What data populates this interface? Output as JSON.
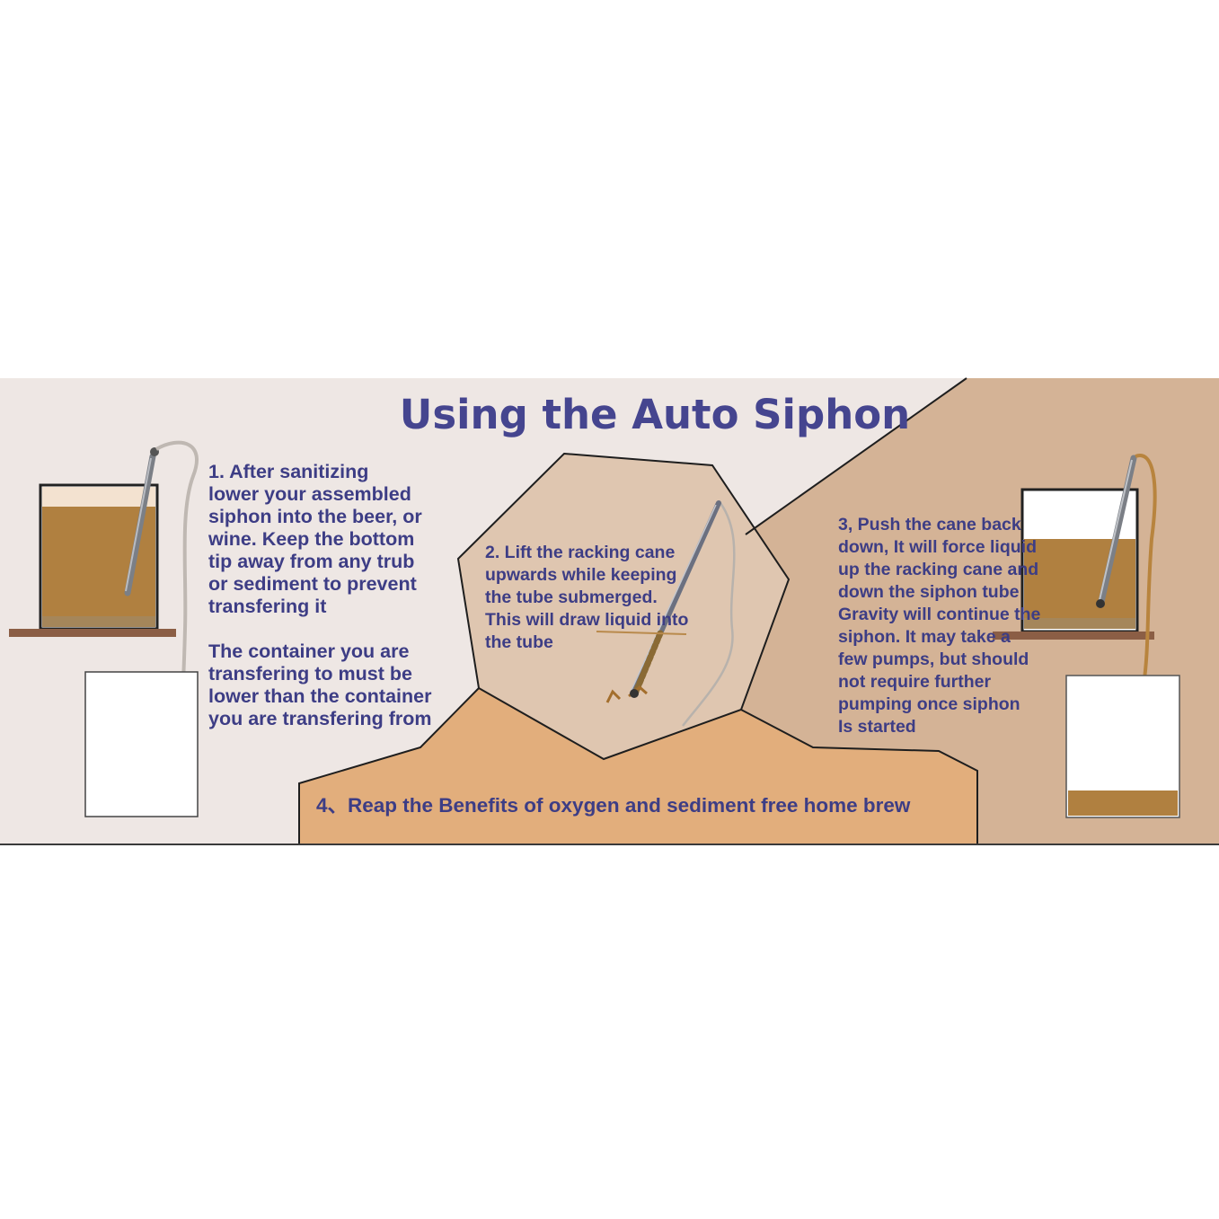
{
  "title": "Using the Auto Siphon",
  "steps": [
    {
      "id": "step-1",
      "lines": [
        "1. After sanitizing",
        "lower your assembled",
        "siphon into the beer, or",
        "wine. Keep the bottom",
        "tip away from any trub",
        "or sediment to prevent",
        "transfering it"
      ]
    },
    {
      "id": "step-1-note",
      "lines": [
        "The container you are",
        "transfering to must be",
        "lower than the container",
        "you are transfering from"
      ]
    },
    {
      "id": "step-2",
      "lines": [
        "2. Lift the racking cane",
        "upwards while keeping",
        "the tube submerged.",
        "This will draw liquid into",
        "the tube"
      ]
    },
    {
      "id": "step-3",
      "lines": [
        "3, Push the cane back",
        "down, It will force liquid",
        "up the racking cane and",
        "down the siphon tube",
        "Gravity will continue the",
        "siphon. It may take a",
        "few pumps, but should",
        "not require further",
        "pumping once siphon",
        "Is started"
      ]
    }
  ],
  "step4": "4、Reap the Benefits of oxygen and sediment free home brew",
  "colors": {
    "panel_light": "#eee7e4",
    "panel_mid": "#dfc6b0",
    "panel_right": "#d4b396",
    "panel_bottom": "#e2ae7c",
    "liquid": "#b08040",
    "text": "#3f3f87",
    "shelf": "#8b5e45"
  }
}
